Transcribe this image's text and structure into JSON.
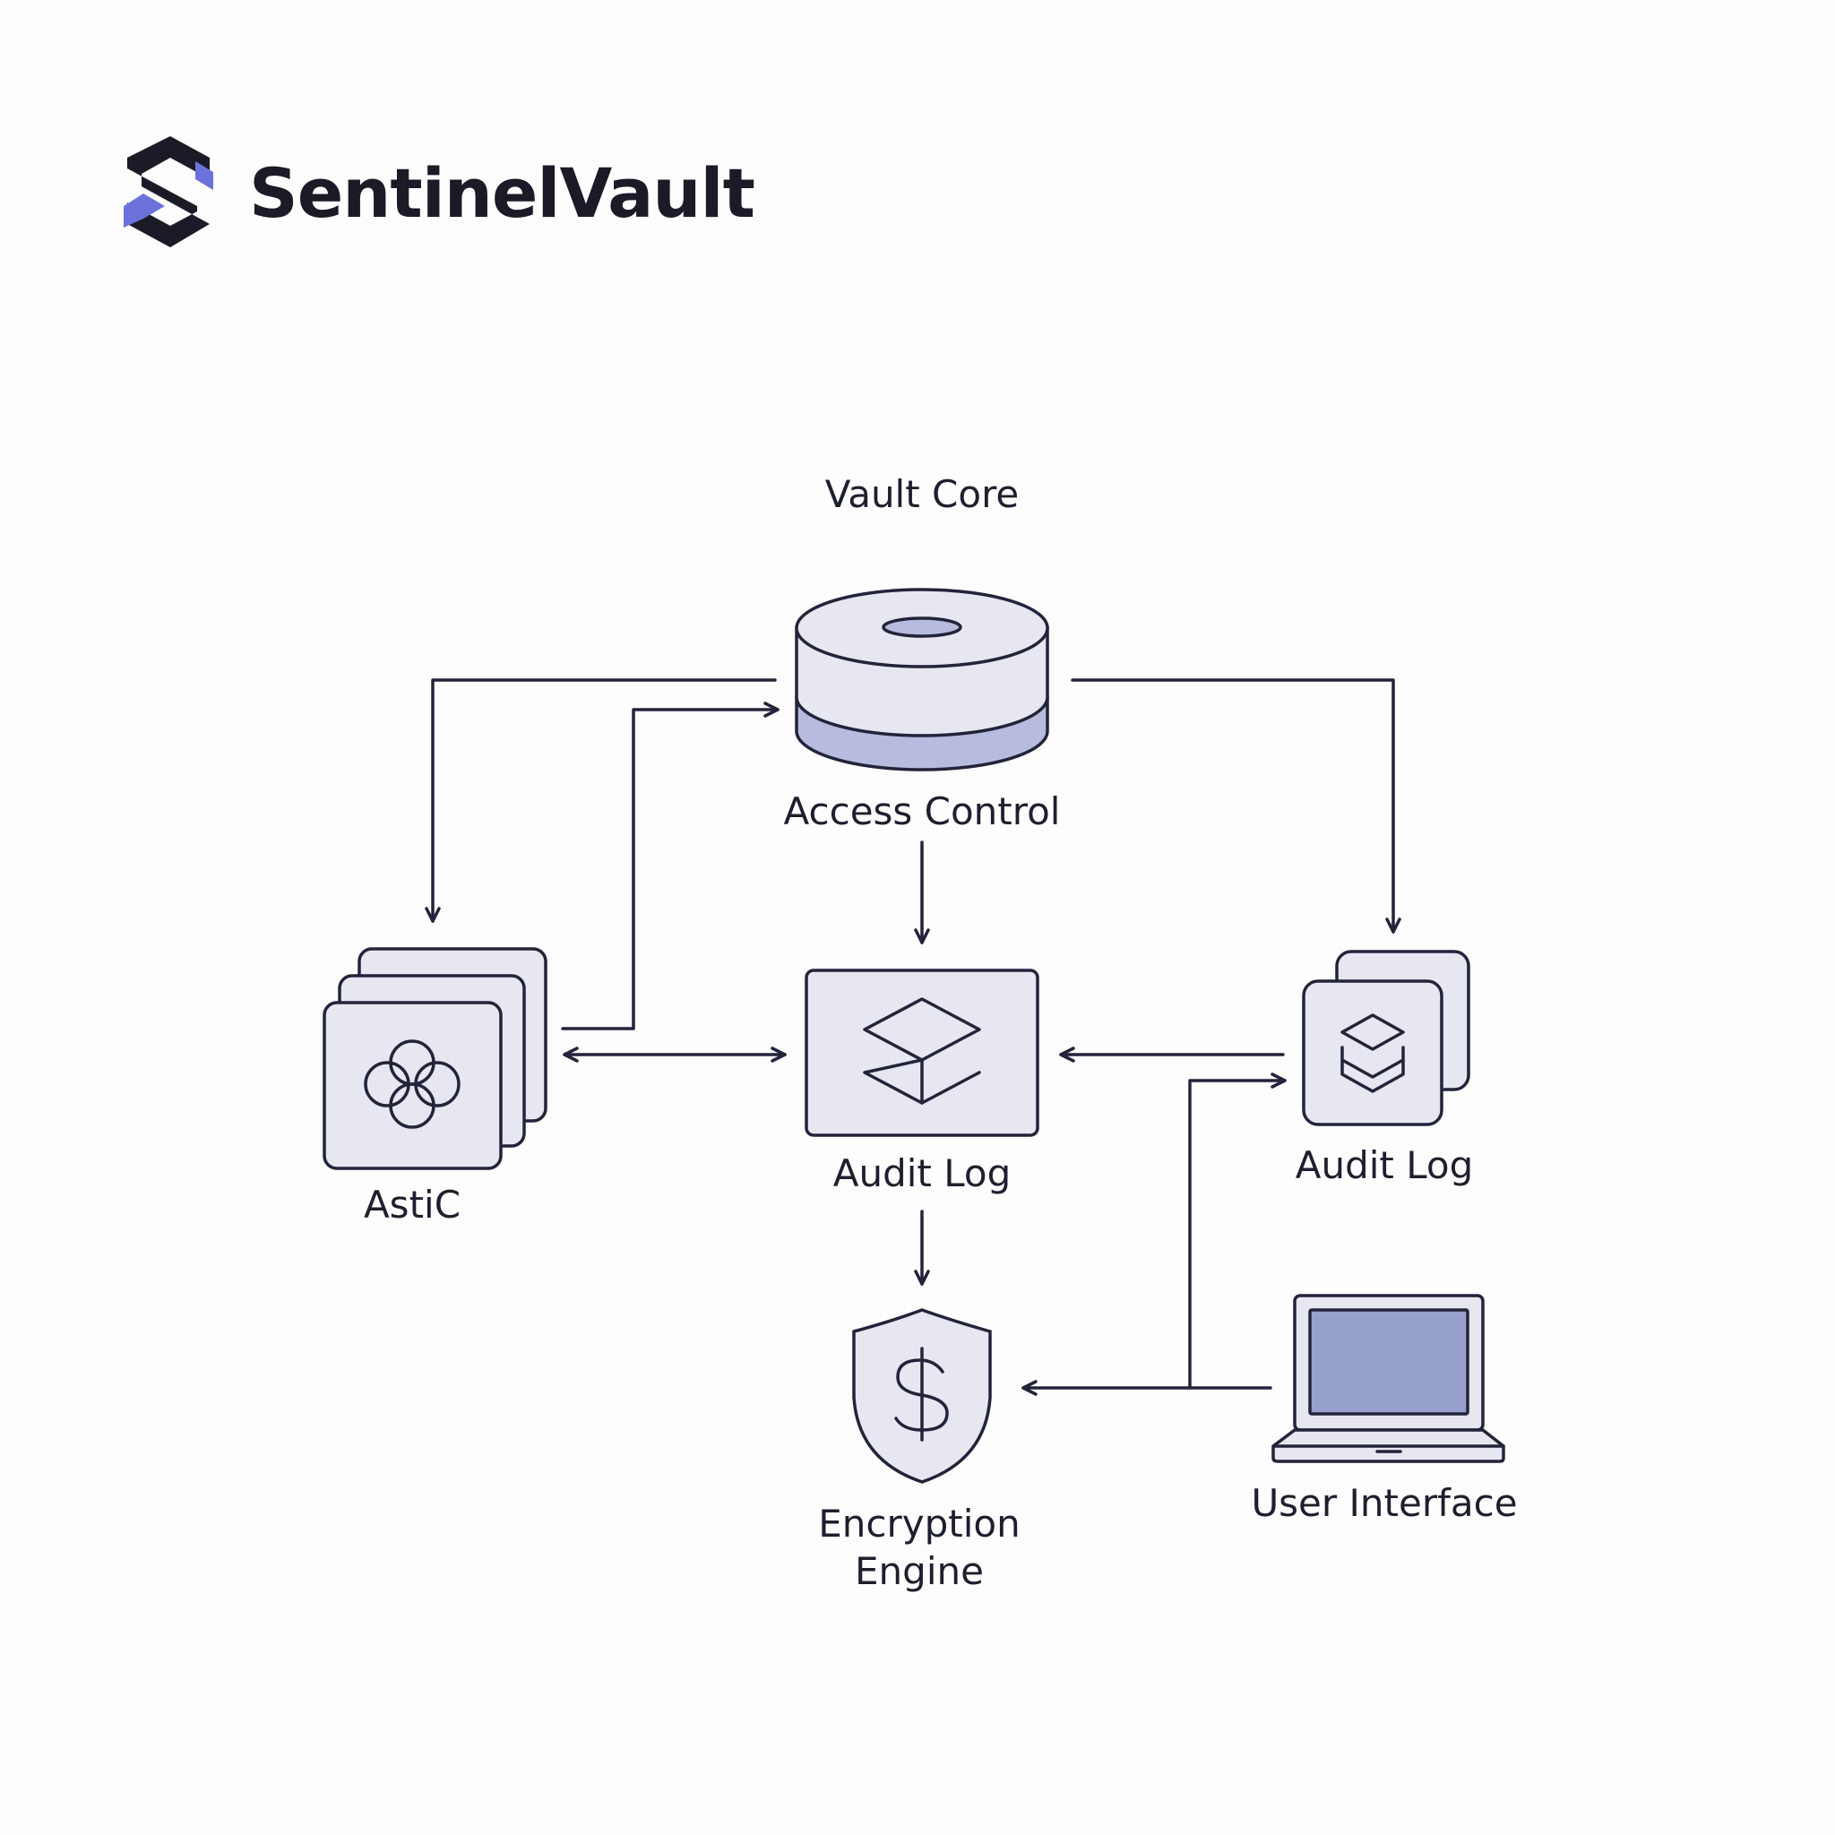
{
  "header": {
    "brand": "SentinelVault",
    "logo_icon": "sentinelvault-logo-icon"
  },
  "diagram": {
    "group_title": "Vault Core",
    "nodes": {
      "access_control": {
        "label": "Access Control",
        "icon": "database-cylinder-icon"
      },
      "astic": {
        "label": "AstiC",
        "icon": "knot-icon"
      },
      "audit_log_center": {
        "label": "Audit Log",
        "icon": "stacked-layers-icon"
      },
      "audit_log_right": {
        "label": "Audit Log",
        "icon": "layers-icon"
      },
      "encryption_engine": {
        "label_line1": "Encryption",
        "label_line2": "Engine",
        "icon": "shield-dollar-icon"
      },
      "user_interface": {
        "label": "User Interface",
        "icon": "laptop-icon"
      }
    }
  },
  "colors": {
    "stroke": "#23243a",
    "panel_fill": "#e6e7f1",
    "accent_fill": "#b7bcdf",
    "screen_fill": "#98a0cc",
    "logo_accent": "#6b72d9"
  }
}
